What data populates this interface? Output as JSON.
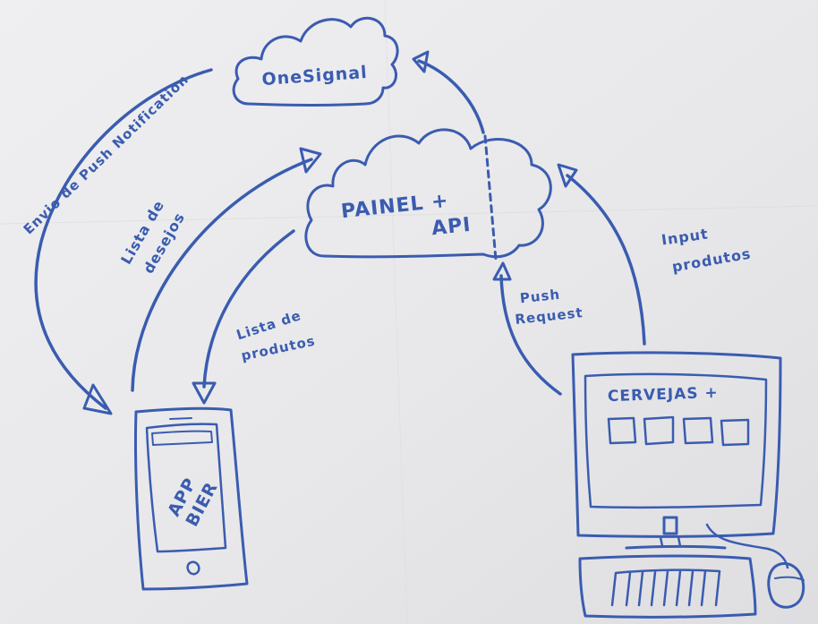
{
  "colors": {
    "ink": "#3a5cb0",
    "paper": "#ebebed"
  },
  "nodes": {
    "onesignal": {
      "label": "OneSignal",
      "icon": "cloud-icon"
    },
    "painel": {
      "label_line1": "PAINEL +",
      "label_line2": "API",
      "icon": "cloud-icon"
    },
    "phone": {
      "label_line1": "APP",
      "label_line2": "BIER",
      "icon": "smartphone-icon"
    },
    "desktop": {
      "label": "CERVEJAS +",
      "icon": "desktop-computer-icon"
    }
  },
  "arrows": {
    "push_notification": {
      "label": "Envio de Push Notification"
    },
    "lista_desejos": {
      "label_line1": "Lista de",
      "label_line2": "desejos"
    },
    "lista_produtos": {
      "label_line1": "Lista de",
      "label_line2": "produtos"
    },
    "push_request": {
      "label_line1": "Push",
      "label_line2": "Request"
    },
    "input_produtos": {
      "label_line1": "Input",
      "label_line2": "produtos"
    }
  }
}
